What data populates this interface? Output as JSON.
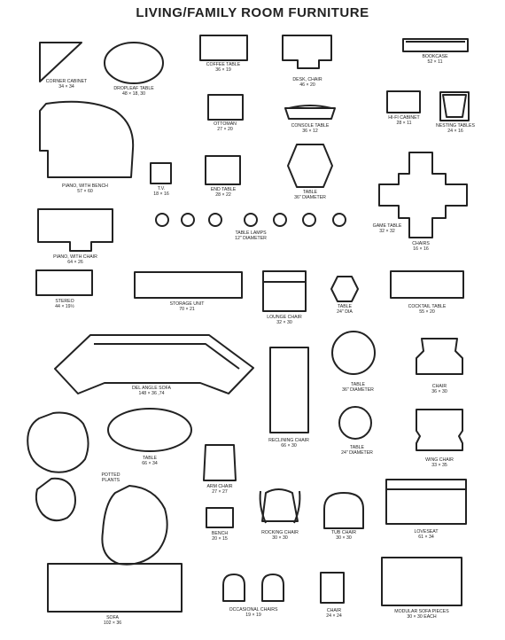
{
  "title": "LIVING/FAMILY ROOM FURNITURE",
  "items": {
    "corner_cabinet": {
      "name": "CORNER CABINET",
      "size": "34 × 34"
    },
    "dropleaf_table": {
      "name": "DROPLEAF TABLE",
      "size": "48 × 18, 30"
    },
    "coffee_table": {
      "name": "COFFEE TABLE",
      "size": "36 × 19"
    },
    "desk_chair": {
      "name": "DESK, CHAIR",
      "size": "46 × 20"
    },
    "bookcase": {
      "name": "BOOKCASE",
      "size": "52 × 11"
    },
    "ottoman": {
      "name": "OTTOMAN",
      "size": "27 × 20"
    },
    "console_table": {
      "name": "CONSOLE TABLE",
      "size": "36 × 12"
    },
    "hifi_cabinet": {
      "name": "HI-FI CABINET",
      "size": "28 × 11"
    },
    "nesting_tables": {
      "name": "NESTING TABLES",
      "size": "24 × 16"
    },
    "piano_bench": {
      "name": "PIANO, WITH BENCH",
      "size": "57 × 60"
    },
    "tv": {
      "name": "T.V.",
      "size": "18 × 16"
    },
    "end_table": {
      "name": "END TABLE",
      "size": "28 × 22"
    },
    "table_hex": {
      "name": "TABLE",
      "size": "36\" DIAMETER"
    },
    "game_table": {
      "name": "GAME TABLE",
      "size": "32 × 32"
    },
    "chairs": {
      "name": "CHAIRS",
      "size": "16 × 16"
    },
    "table_lamps": {
      "name": "TABLE LAMPS",
      "size": "12\" DIAMETER"
    },
    "piano_chair": {
      "name": "PIANO, WITH CHAIR",
      "size": "64 × 26"
    },
    "stereo": {
      "name": "STEREO",
      "size": "44 × 19½"
    },
    "storage_unit": {
      "name": "STORAGE UNIT",
      "size": "70 × 21"
    },
    "lounge_chair": {
      "name": "LOUNGE CHAIR",
      "size": "32 × 30"
    },
    "table_small": {
      "name": "TABLE",
      "size": "24\" DIA"
    },
    "cocktail_table": {
      "name": "COCKTAIL TABLE",
      "size": "55 × 20"
    },
    "del_angle_sofa": {
      "name": "DEL ANGLE SOFA",
      "size": "148 × 36 ,74"
    },
    "table_round_large": {
      "name": "TABLE",
      "size": "36\" DIAMETER"
    },
    "chair": {
      "name": "CHAIR",
      "size": "36 × 30"
    },
    "table_oval": {
      "name": "TABLE",
      "size": "66 × 34"
    },
    "reclining_chair": {
      "name": "RECLINING CHAIR",
      "size": "66 × 30"
    },
    "table_round_small": {
      "name": "TABLE",
      "size": "24\" DIAMETER"
    },
    "wing_chair": {
      "name": "WING CHAIR",
      "size": "33 × 35"
    },
    "potted_plants": {
      "name": "POTTED PLANTS",
      "size": ""
    },
    "arm_chair": {
      "name": "ARM CHAIR",
      "size": "27 × 27"
    },
    "bench": {
      "name": "BENCH",
      "size": "20 × 15"
    },
    "rocking_chair": {
      "name": "ROCKING CHAIR",
      "size": "30 × 30"
    },
    "tub_chair": {
      "name": "TUB CHAIR",
      "size": "30 × 30"
    },
    "loveseat": {
      "name": "LOVESEAT",
      "size": "61 × 34"
    },
    "sofa": {
      "name": "SOFA",
      "size": "102 × 36"
    },
    "occasional_chairs": {
      "name": "OCCASIONAL CHAIRS",
      "size": "19 × 19"
    },
    "chair_small": {
      "name": "CHAIR",
      "size": "24 × 24"
    },
    "modular_sofa": {
      "name": "MODULAR SOFA PIECES",
      "size": "30 × 30 EACH"
    }
  }
}
